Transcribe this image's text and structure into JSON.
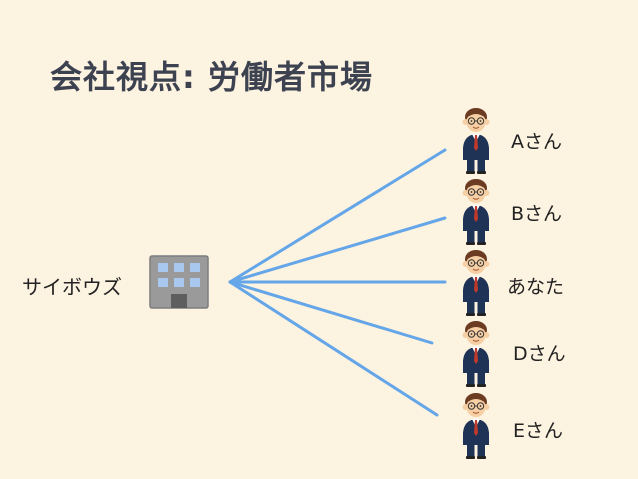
{
  "title": "会社視点: 労働者市場",
  "company": {
    "label": "サイボウズ",
    "icon": "office-building-icon"
  },
  "persons": [
    {
      "label": "Aさん",
      "icon": "businessman-icon"
    },
    {
      "label": "Bさん",
      "icon": "businessman-icon"
    },
    {
      "label": "あなた",
      "icon": "businessman-icon"
    },
    {
      "label": "Dさん",
      "icon": "businessman-icon"
    },
    {
      "label": "Eさん",
      "icon": "businessman-icon"
    }
  ],
  "colors": {
    "background": "#fdf3e1",
    "title": "#3d4250",
    "connector": "#64a6e8",
    "building": "#9a9a9a",
    "window": "#a9c8f0",
    "suit": "#1f3357",
    "tie": "#c0392b",
    "skin": "#f6cfa4",
    "hair": "#6b3b22"
  }
}
